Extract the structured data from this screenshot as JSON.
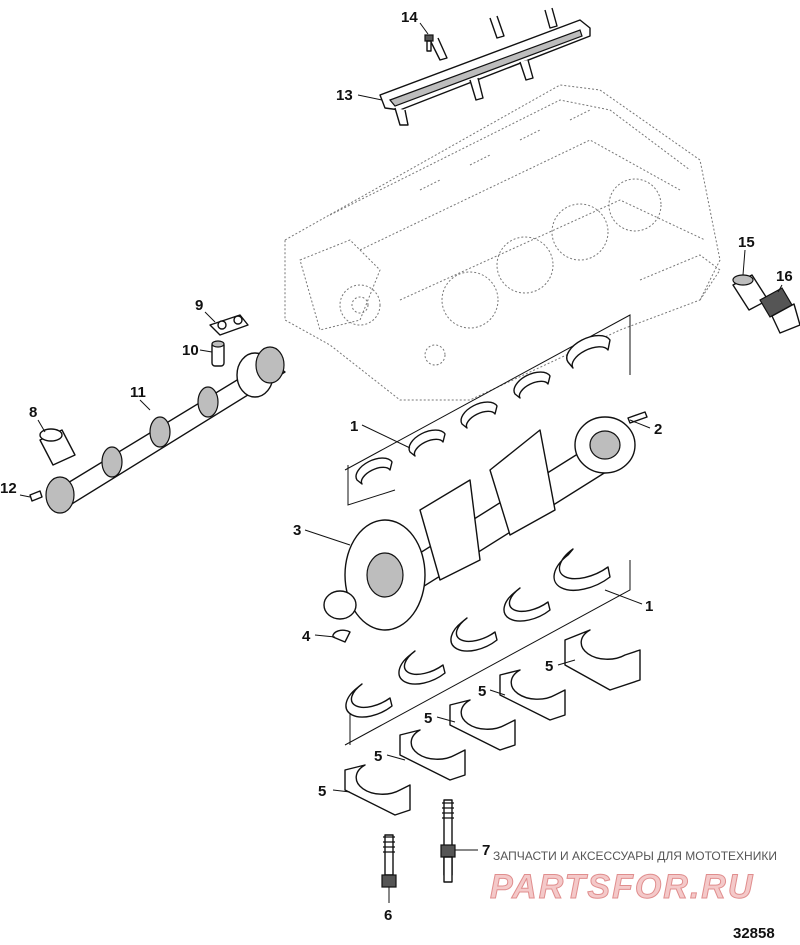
{
  "diagram": {
    "callouts": [
      "1",
      "1",
      "2",
      "3",
      "4",
      "5",
      "5",
      "5",
      "5",
      "5",
      "6",
      "7",
      "8",
      "9",
      "10",
      "11",
      "12",
      "13",
      "14",
      "15",
      "16"
    ],
    "watermark_caption": "ЗАПЧАСТИ И АКСЕССУАРЫ ДЛЯ МОТОТЕХНИКИ",
    "watermark_logo": "PARTSFOR.RU",
    "figure_number": "32858"
  }
}
